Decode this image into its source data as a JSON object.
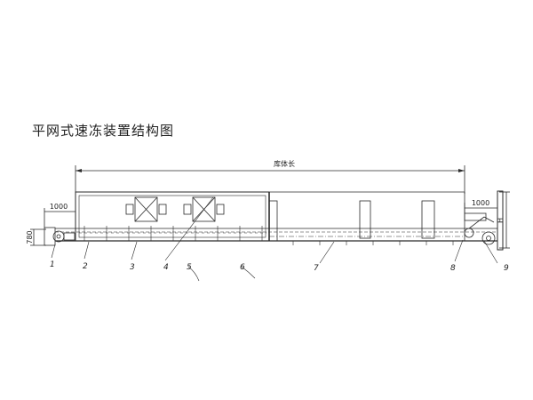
{
  "title": "平网式速冻装置结构图",
  "dimensions": {
    "overall_length_label": "库体长",
    "left_extension": "1000",
    "right_extension": "1000",
    "left_height": "780",
    "right_height": "H"
  },
  "callouts": [
    "1",
    "2",
    "3",
    "4",
    "5",
    "6",
    "7",
    "8",
    "9"
  ],
  "colors": {
    "line": "#2a2a2a",
    "background": "#ffffff"
  }
}
